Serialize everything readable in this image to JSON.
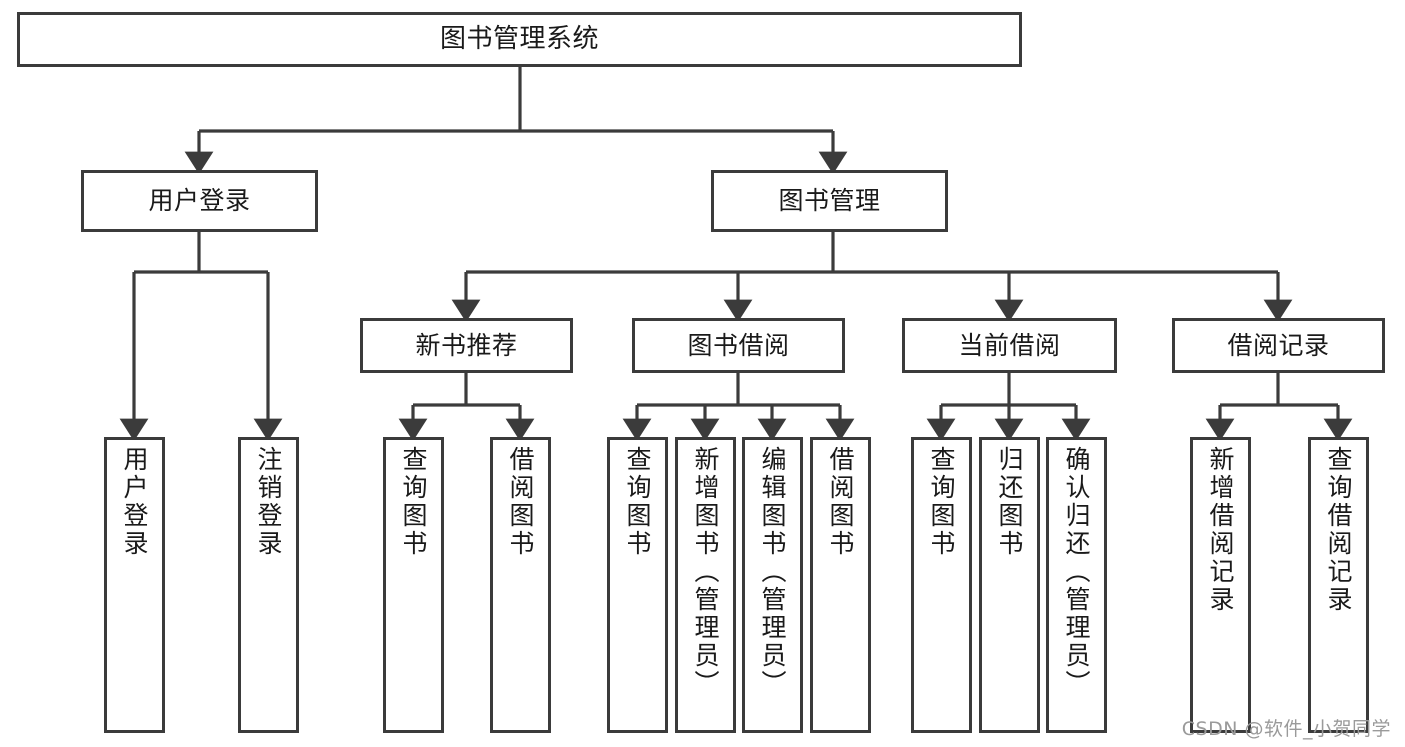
{
  "diagram": {
    "type": "tree",
    "title_node": {
      "id": "root",
      "label": "图书管理系统"
    },
    "level2": [
      {
        "id": "user-login",
        "label": "用户登录"
      },
      {
        "id": "book-management",
        "label": "图书管理"
      }
    ],
    "level3": [
      {
        "id": "new-book-recommend",
        "label": "新书推荐"
      },
      {
        "id": "book-borrow",
        "label": "图书借阅"
      },
      {
        "id": "current-borrow",
        "label": "当前借阅"
      },
      {
        "id": "borrow-record",
        "label": "借阅记录"
      }
    ],
    "leaves": {
      "user_login": [
        {
          "id": "leaf-user-login",
          "label": "用户登录"
        },
        {
          "id": "leaf-logout",
          "label": "注销登录"
        }
      ],
      "new_book_recommend": [
        {
          "id": "leaf-query-book-1",
          "label": "查询图书"
        },
        {
          "id": "leaf-borrow-book-1",
          "label": "借阅图书"
        }
      ],
      "book_borrow": [
        {
          "id": "leaf-query-book-2",
          "label": "查询图书"
        },
        {
          "id": "leaf-add-book",
          "label": "新增图书（管理员）"
        },
        {
          "id": "leaf-edit-book",
          "label": "编辑图书（管理员）"
        },
        {
          "id": "leaf-borrow-book-2",
          "label": "借阅图书"
        }
      ],
      "current_borrow": [
        {
          "id": "leaf-query-book-3",
          "label": "查询图书"
        },
        {
          "id": "leaf-return-book",
          "label": "归还图书"
        },
        {
          "id": "leaf-confirm-return",
          "label": "确认归还（管理员）"
        }
      ],
      "borrow_record": [
        {
          "id": "leaf-add-record",
          "label": "新增借阅记录"
        },
        {
          "id": "leaf-query-record",
          "label": "查询借阅记录"
        }
      ]
    }
  },
  "watermark": {
    "text": "CSDN @软件_小贺同学"
  },
  "colors": {
    "border": "#3b3b3b",
    "text": "#1a1a1a",
    "background": "#ffffff",
    "watermark": "#9a9a9a"
  }
}
